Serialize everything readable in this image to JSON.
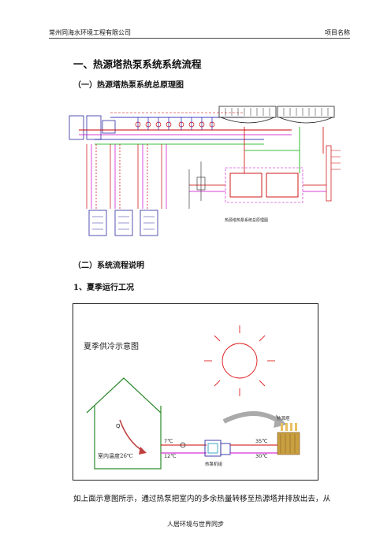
{
  "header": {
    "company": "常州同海水环境工程有限公司",
    "project": "项目名称"
  },
  "section_title": "一、热源塔热泵系统系统流程",
  "subsection1": "（一）热源塔热泵系统总原理图",
  "subsection2": "（二）系统流程说明",
  "item1": "1、夏季运行工况",
  "fig1": {
    "legend_title": "热源塔热泵系统总原理图"
  },
  "fig2": {
    "title": "夏季供冷示意图",
    "room_temp": "室内温度26℃",
    "heat_label": "Q",
    "supply_temp": "7℃",
    "return_temp": "12℃",
    "cond_out": "35℃",
    "cond_in": "30℃",
    "unit_label": "热泵机组",
    "tower_label": "热源塔"
  },
  "paragraph": "如上面示意图所示，通过热泵把室内的多余热量转移至热源塔并排放出去，从",
  "footer": "人居环境与世界同步"
}
